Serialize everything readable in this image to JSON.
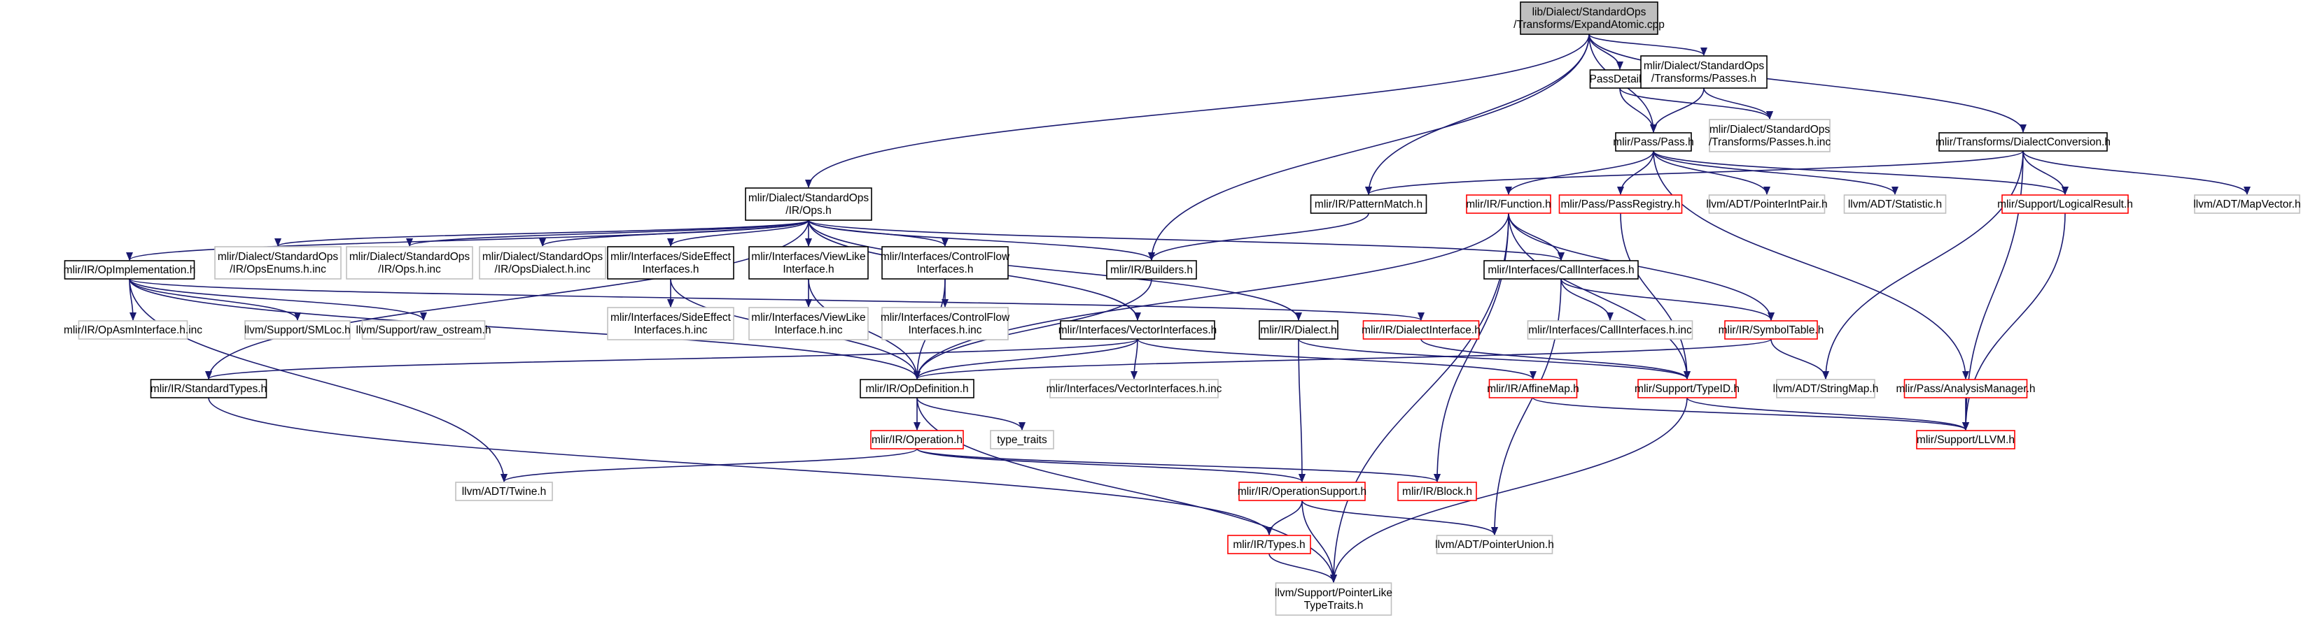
{
  "colors": {
    "edge": "#191970",
    "border_black": "#000000",
    "border_red": "#ff0000",
    "border_gray": "#bfbfbf",
    "root_fill": "#bfbfbf",
    "fill": "#ffffff"
  },
  "nodes": [
    {
      "id": "root",
      "lines": [
        "lib/Dialect/StandardOps",
        "/Transforms/ExpandAtomic.cpp"
      ],
      "style": "root"
    },
    {
      "id": "passdetail",
      "lines": [
        "PassDetail.h"
      ],
      "style": "black"
    },
    {
      "id": "stdpasses",
      "lines": [
        "mlir/Dialect/StandardOps",
        "/Transforms/Passes.h"
      ],
      "style": "black"
    },
    {
      "id": "passesinc",
      "lines": [
        "mlir/Dialect/StandardOps",
        "/Transforms/Passes.h.inc"
      ],
      "style": "gray"
    },
    {
      "id": "pass",
      "lines": [
        "mlir/Pass/Pass.h"
      ],
      "style": "black"
    },
    {
      "id": "dialectconv",
      "lines": [
        "mlir/Transforms/DialectConversion.h"
      ],
      "style": "black"
    },
    {
      "id": "ops",
      "lines": [
        "mlir/Dialect/StandardOps",
        "/IR/Ops.h"
      ],
      "style": "black"
    },
    {
      "id": "patternmatch",
      "lines": [
        "mlir/IR/PatternMatch.h"
      ],
      "style": "black"
    },
    {
      "id": "function",
      "lines": [
        "mlir/IR/Function.h"
      ],
      "style": "red"
    },
    {
      "id": "passregistry",
      "lines": [
        "mlir/Pass/PassRegistry.h"
      ],
      "style": "red"
    },
    {
      "id": "pointerintpair",
      "lines": [
        "llvm/ADT/PointerIntPair.h"
      ],
      "style": "gray"
    },
    {
      "id": "statistic",
      "lines": [
        "llvm/ADT/Statistic.h"
      ],
      "style": "gray"
    },
    {
      "id": "logicalresult",
      "lines": [
        "mlir/Support/LogicalResult.h"
      ],
      "style": "red"
    },
    {
      "id": "mapvector",
      "lines": [
        "llvm/ADT/MapVector.h"
      ],
      "style": "gray"
    },
    {
      "id": "opimpl",
      "lines": [
        "mlir/IR/OpImplementation.h"
      ],
      "style": "black"
    },
    {
      "id": "opsenums",
      "lines": [
        "mlir/Dialect/StandardOps",
        "/IR/OpsEnums.h.inc"
      ],
      "style": "gray"
    },
    {
      "id": "opsinc",
      "lines": [
        "mlir/Dialect/StandardOps",
        "/IR/Ops.h.inc"
      ],
      "style": "gray"
    },
    {
      "id": "opsdialectinc",
      "lines": [
        "mlir/Dialect/StandardOps",
        "/IR/OpsDialect.h.inc"
      ],
      "style": "gray"
    },
    {
      "id": "sideeffect",
      "lines": [
        "mlir/Interfaces/SideEffect",
        "Interfaces.h"
      ],
      "style": "black"
    },
    {
      "id": "viewlike",
      "lines": [
        "mlir/Interfaces/ViewLike",
        "Interface.h"
      ],
      "style": "black"
    },
    {
      "id": "controlflow",
      "lines": [
        "mlir/Interfaces/ControlFlow",
        "Interfaces.h"
      ],
      "style": "black"
    },
    {
      "id": "builders",
      "lines": [
        "mlir/IR/Builders.h"
      ],
      "style": "black"
    },
    {
      "id": "callinterfaces",
      "lines": [
        "mlir/Interfaces/CallInterfaces.h"
      ],
      "style": "black"
    },
    {
      "id": "opasminc",
      "lines": [
        "mlir/IR/OpAsmInterface.h.inc"
      ],
      "style": "gray"
    },
    {
      "id": "smloc",
      "lines": [
        "llvm/Support/SMLoc.h"
      ],
      "style": "gray"
    },
    {
      "id": "rawostream",
      "lines": [
        "llvm/Support/raw_ostream.h"
      ],
      "style": "gray"
    },
    {
      "id": "sideeffectinc",
      "lines": [
        "mlir/Interfaces/SideEffect",
        "Interfaces.h.inc"
      ],
      "style": "gray"
    },
    {
      "id": "viewlikeinc",
      "lines": [
        "mlir/Interfaces/ViewLike",
        "Interface.h.inc"
      ],
      "style": "gray"
    },
    {
      "id": "controlflowinc",
      "lines": [
        "mlir/Interfaces/ControlFlow",
        "Interfaces.h.inc"
      ],
      "style": "gray"
    },
    {
      "id": "vectorinterfaces",
      "lines": [
        "mlir/Interfaces/VectorInterfaces.h"
      ],
      "style": "black"
    },
    {
      "id": "dialect",
      "lines": [
        "mlir/IR/Dialect.h"
      ],
      "style": "black"
    },
    {
      "id": "dialectinterface",
      "lines": [
        "mlir/IR/DialectInterface.h"
      ],
      "style": "red"
    },
    {
      "id": "callinc",
      "lines": [
        "mlir/Interfaces/CallInterfaces.h.inc"
      ],
      "style": "gray"
    },
    {
      "id": "symboltable",
      "lines": [
        "mlir/IR/SymbolTable.h"
      ],
      "style": "red"
    },
    {
      "id": "standardtypes",
      "lines": [
        "mlir/IR/StandardTypes.h"
      ],
      "style": "black"
    },
    {
      "id": "opdefinition",
      "lines": [
        "mlir/IR/OpDefinition.h"
      ],
      "style": "black"
    },
    {
      "id": "vectorinc",
      "lines": [
        "mlir/Interfaces/VectorInterfaces.h.inc"
      ],
      "style": "gray"
    },
    {
      "id": "affinemap",
      "lines": [
        "mlir/IR/AffineMap.h"
      ],
      "style": "red"
    },
    {
      "id": "typeid",
      "lines": [
        "mlir/Support/TypeID.h"
      ],
      "style": "red"
    },
    {
      "id": "stringmap",
      "lines": [
        "llvm/ADT/StringMap.h"
      ],
      "style": "gray"
    },
    {
      "id": "analysismanager",
      "lines": [
        "mlir/Pass/AnalysisManager.h"
      ],
      "style": "red"
    },
    {
      "id": "llvm",
      "lines": [
        "mlir/Support/LLVM.h"
      ],
      "style": "red"
    },
    {
      "id": "operation",
      "lines": [
        "mlir/IR/Operation.h"
      ],
      "style": "red"
    },
    {
      "id": "typetraits",
      "lines": [
        "type_traits"
      ],
      "style": "gray"
    },
    {
      "id": "twine",
      "lines": [
        "llvm/ADT/Twine.h"
      ],
      "style": "gray"
    },
    {
      "id": "operationsupport",
      "lines": [
        "mlir/IR/OperationSupport.h"
      ],
      "style": "red"
    },
    {
      "id": "block",
      "lines": [
        "mlir/IR/Block.h"
      ],
      "style": "red"
    },
    {
      "id": "types",
      "lines": [
        "mlir/IR/Types.h"
      ],
      "style": "red"
    },
    {
      "id": "pointerunion",
      "lines": [
        "llvm/ADT/PointerUnion.h"
      ],
      "style": "gray"
    },
    {
      "id": "pointerliketypetraits",
      "lines": [
        "llvm/Support/PointerLike",
        "TypeTraits.h"
      ],
      "style": "gray"
    }
  ],
  "edges": [
    [
      "root",
      "passdetail"
    ],
    [
      "root",
      "stdpasses"
    ],
    [
      "root",
      "pass"
    ],
    [
      "root",
      "dialectconv"
    ],
    [
      "root",
      "ops"
    ],
    [
      "root",
      "patternmatch"
    ],
    [
      "root",
      "builders"
    ],
    [
      "passdetail",
      "pass"
    ],
    [
      "passdetail",
      "passesinc"
    ],
    [
      "stdpasses",
      "pass"
    ],
    [
      "stdpasses",
      "passesinc"
    ],
    [
      "pass",
      "function"
    ],
    [
      "pass",
      "passregistry"
    ],
    [
      "pass",
      "pointerintpair"
    ],
    [
      "pass",
      "statistic"
    ],
    [
      "pass",
      "logicalresult"
    ],
    [
      "pass",
      "analysismanager"
    ],
    [
      "dialectconv",
      "patternmatch"
    ],
    [
      "dialectconv",
      "logicalresult"
    ],
    [
      "dialectconv",
      "mapvector"
    ],
    [
      "dialectconv",
      "stringmap"
    ],
    [
      "dialectconv",
      "llvm"
    ],
    [
      "ops",
      "opimpl"
    ],
    [
      "ops",
      "opsenums"
    ],
    [
      "ops",
      "opsinc"
    ],
    [
      "ops",
      "opsdialectinc"
    ],
    [
      "ops",
      "sideeffect"
    ],
    [
      "ops",
      "viewlike"
    ],
    [
      "ops",
      "controlflow"
    ],
    [
      "ops",
      "builders"
    ],
    [
      "ops",
      "callinterfaces"
    ],
    [
      "ops",
      "vectorinterfaces"
    ],
    [
      "ops",
      "dialect"
    ],
    [
      "ops",
      "standardtypes"
    ],
    [
      "patternmatch",
      "builders"
    ],
    [
      "function",
      "callinterfaces"
    ],
    [
      "function",
      "symboltable"
    ],
    [
      "function",
      "opdefinition"
    ],
    [
      "function",
      "block"
    ],
    [
      "function",
      "typeid"
    ],
    [
      "function",
      "pointerliketypetraits"
    ],
    [
      "passregistry",
      "typeid"
    ],
    [
      "logicalresult",
      "llvm"
    ],
    [
      "opimpl",
      "opasminc"
    ],
    [
      "opimpl",
      "smloc"
    ],
    [
      "opimpl",
      "rawostream"
    ],
    [
      "opimpl",
      "opdefinition"
    ],
    [
      "opimpl",
      "twine"
    ],
    [
      "opimpl",
      "dialectinterface"
    ],
    [
      "sideeffect",
      "sideeffectinc"
    ],
    [
      "sideeffect",
      "opdefinition"
    ],
    [
      "viewlike",
      "viewlikeinc"
    ],
    [
      "viewlike",
      "opdefinition"
    ],
    [
      "controlflow",
      "controlflowinc"
    ],
    [
      "controlflow",
      "opdefinition"
    ],
    [
      "builders",
      "opdefinition"
    ],
    [
      "callinterfaces",
      "callinc"
    ],
    [
      "callinterfaces",
      "symboltable"
    ],
    [
      "callinterfaces",
      "pointerunion"
    ],
    [
      "vectorinterfaces",
      "vectorinc"
    ],
    [
      "vectorinterfaces",
      "opdefinition"
    ],
    [
      "vectorinterfaces",
      "standardtypes"
    ],
    [
      "vectorinterfaces",
      "affinemap"
    ],
    [
      "dialect",
      "operationsupport"
    ],
    [
      "dialect",
      "typeid"
    ],
    [
      "dialectinterface",
      "typeid"
    ],
    [
      "symboltable",
      "opdefinition"
    ],
    [
      "symboltable",
      "stringmap"
    ],
    [
      "standardtypes",
      "types"
    ],
    [
      "opdefinition",
      "operation"
    ],
    [
      "opdefinition",
      "typetraits"
    ],
    [
      "opdefinition",
      "pointerliketypetraits"
    ],
    [
      "affinemap",
      "llvm"
    ],
    [
      "typeid",
      "llvm"
    ],
    [
      "typeid",
      "pointerliketypetraits"
    ],
    [
      "analysismanager",
      "llvm"
    ],
    [
      "operation",
      "operationsupport"
    ],
    [
      "operation",
      "block"
    ],
    [
      "operation",
      "twine"
    ],
    [
      "operationsupport",
      "types"
    ],
    [
      "operationsupport",
      "pointerunion"
    ],
    [
      "operationsupport",
      "pointerliketypetraits"
    ],
    [
      "types",
      "pointerliketypetraits"
    ]
  ]
}
